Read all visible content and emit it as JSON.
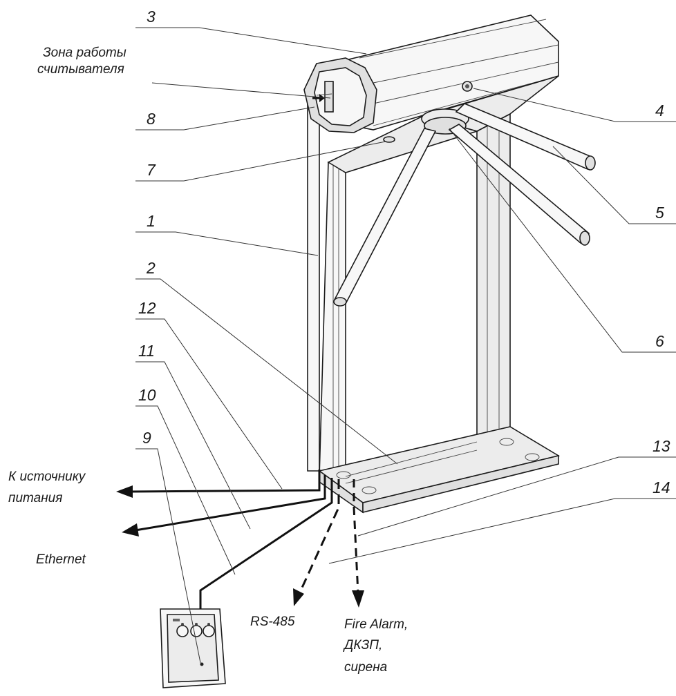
{
  "callouts": {
    "n1": "1",
    "n2": "2",
    "n3": "3",
    "n4": "4",
    "n5": "5",
    "n6": "6",
    "n7": "7",
    "n8": "8",
    "n9": "9",
    "n10": "10",
    "n11": "11",
    "n12": "12",
    "n13": "13",
    "n14": "14"
  },
  "labels": {
    "reader_zone_line1": "Зона работы",
    "reader_zone_line2": "считывателя",
    "power_line1": "К источнику",
    "power_line2": "питания",
    "ethernet": "Ethernet",
    "rs485": "RS-485",
    "fire_line1": "Fire Alarm,",
    "fire_line2": "ДКЗП,",
    "fire_line3": "сирена"
  }
}
